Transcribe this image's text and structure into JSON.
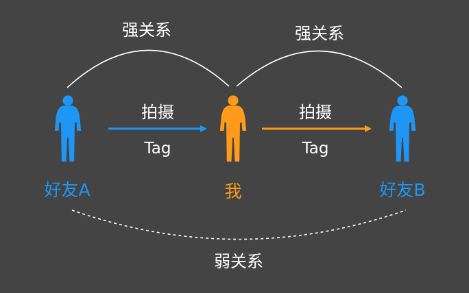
{
  "colors": {
    "background": "#444444",
    "friend": "#1E96F5",
    "me": "#FF9A1A",
    "text": "#FFFFFF",
    "line": "#FFFFFF"
  },
  "nodes": {
    "friend_a": {
      "label": "好友A",
      "icon": "person-icon"
    },
    "me": {
      "label": "我",
      "icon": "person-icon"
    },
    "friend_b": {
      "label": "好友B",
      "icon": "person-icon"
    }
  },
  "edges": {
    "strong_left": {
      "label": "强关系"
    },
    "strong_right": {
      "label": "强关系"
    },
    "weak": {
      "label": "弱关系"
    },
    "arrow_left": {
      "label_top": "拍摄",
      "label_bottom": "Tag"
    },
    "arrow_right": {
      "label_top": "拍摄",
      "label_bottom": "Tag"
    }
  }
}
